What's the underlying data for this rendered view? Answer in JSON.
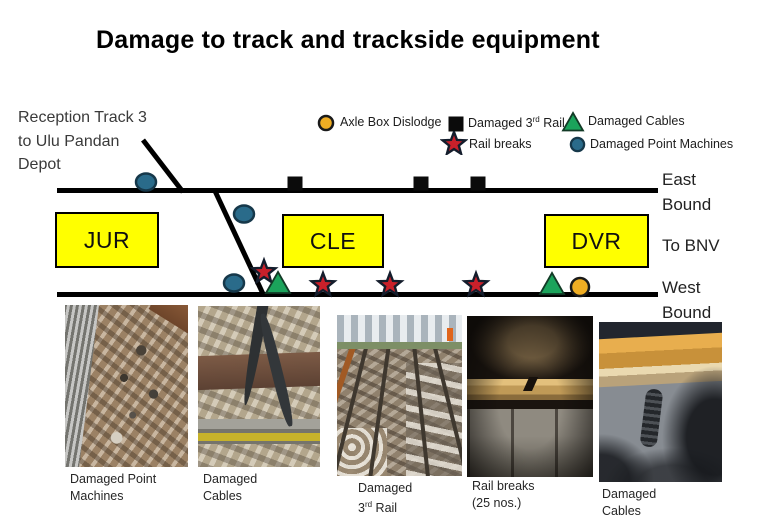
{
  "slide": {
    "title": "Damage to track and trackside equipment"
  },
  "reception_track": {
    "line1": "Reception Track 3",
    "line2": "to Ulu Pandan",
    "line3": "Depot"
  },
  "legend": {
    "axle_box_dislodge": "Axle Box Dislodge",
    "damaged_third_rail": {
      "pre": "Damaged 3",
      "sup": "rd",
      "post": " Rail"
    },
    "rail_breaks": "Rail breaks",
    "damaged_cables": "Damaged Cables",
    "damaged_point_machines": "Damaged Point Machines"
  },
  "stations": {
    "jur": "JUR",
    "cle": "CLE",
    "dvr": "DVR"
  },
  "track_labels": {
    "east_line1": "East",
    "east_line2": "Bound",
    "to_bnv": "To BNV",
    "west_line1": "West",
    "west_line2": "Bound"
  },
  "photos": {
    "point_machines": {
      "caption_line1": "Damaged Point",
      "caption_line2": "Machines"
    },
    "cables_left": {
      "caption_line1": "Damaged",
      "caption_line2": "Cables"
    },
    "third_rail": {
      "caption_line1": "Damaged",
      "caption2_pre": "3",
      "caption2_sup": "rd",
      "caption2_post": " Rail"
    },
    "rail_breaks": {
      "caption_line1": "Rail breaks",
      "caption_line2": "(25 nos.)"
    },
    "cables_right": {
      "caption_line1": "Damaged",
      "caption_line2": "Cables"
    }
  },
  "colors": {
    "station_fill": "#FFFF00",
    "axle_box": "#EFAD23",
    "point_machine": "#2A6B8A",
    "cable": "#1BA35B",
    "rail_break": "#C9202A",
    "third_rail_marker": "#0B0B0B",
    "track_line": "#000000"
  }
}
